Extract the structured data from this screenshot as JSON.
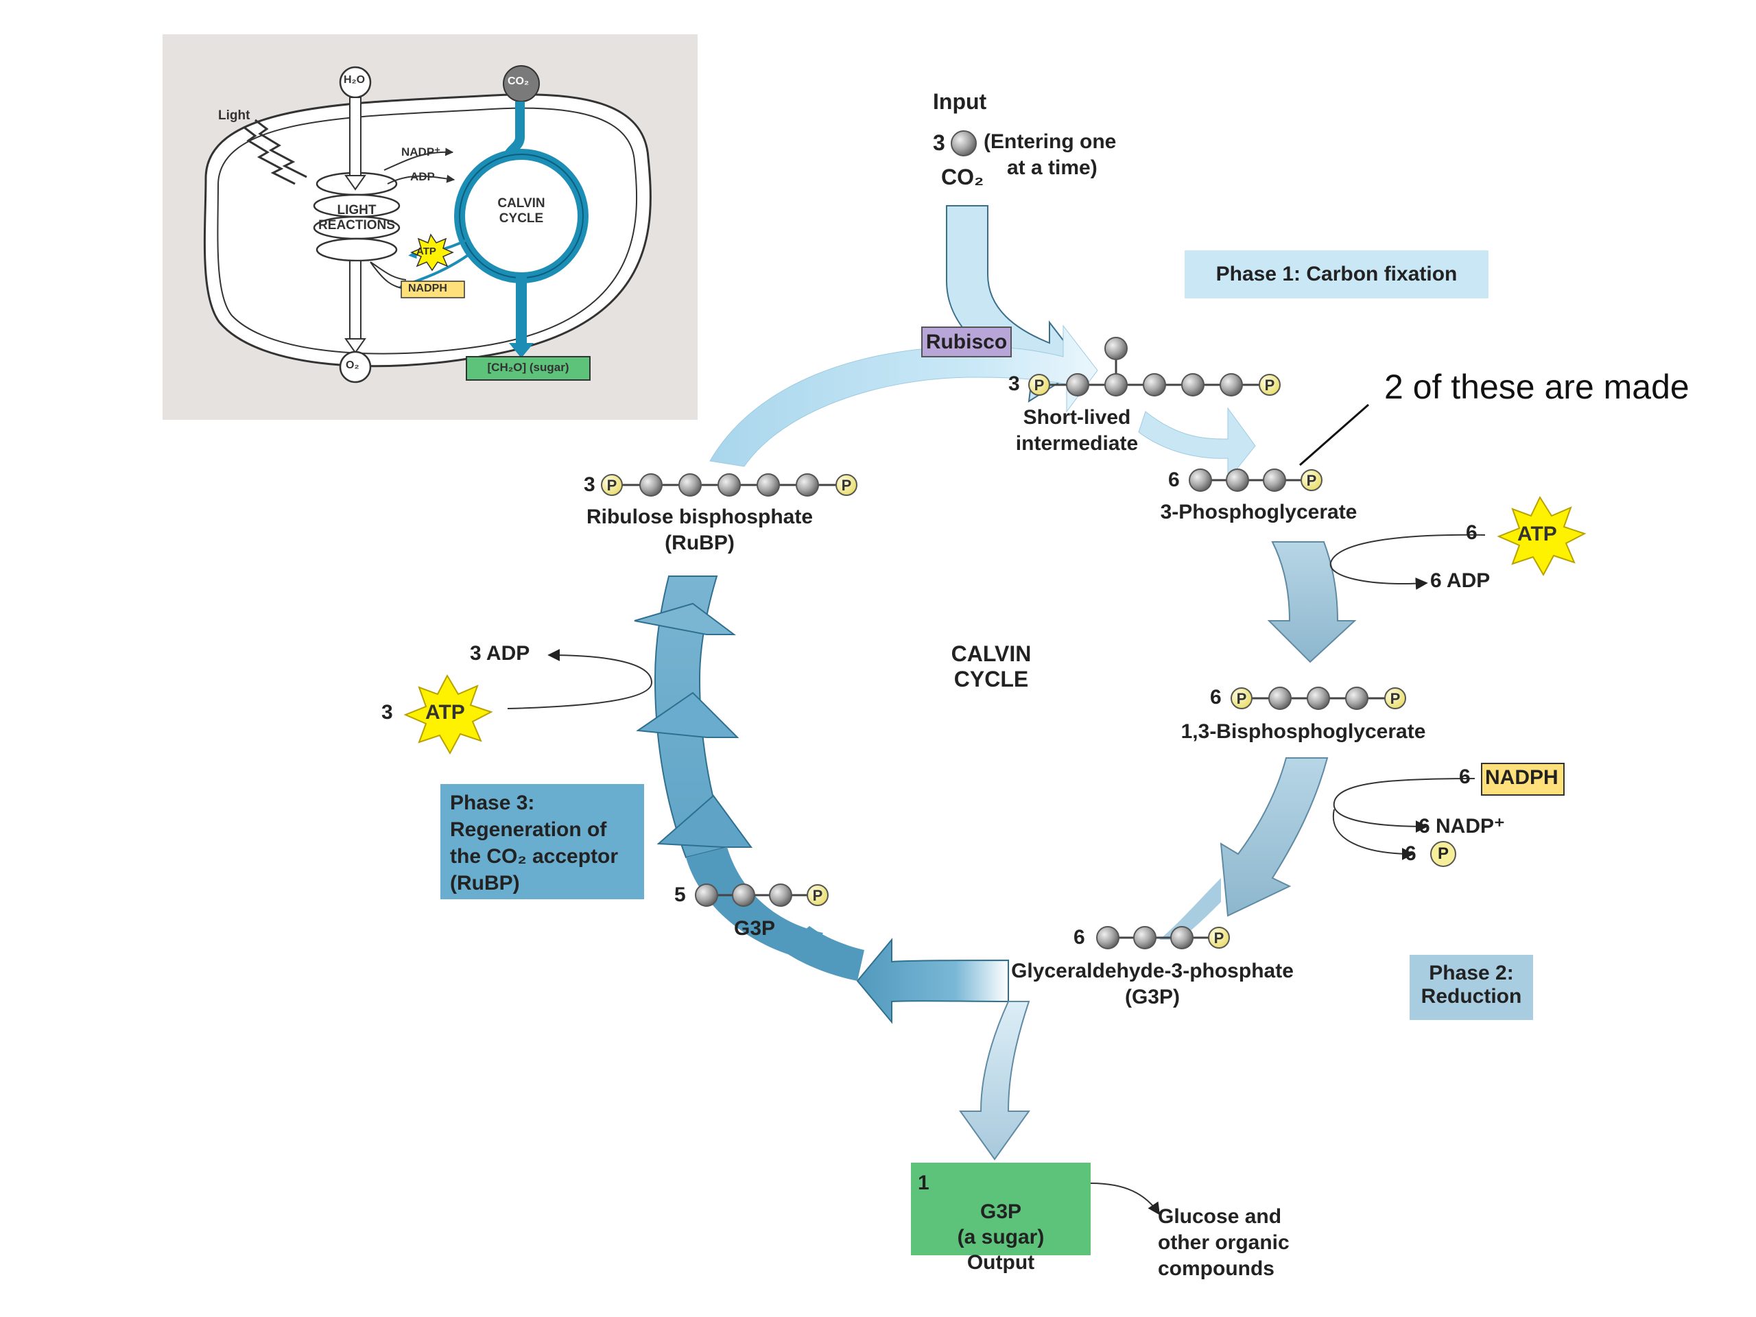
{
  "inset": {
    "light": "Light",
    "h2o": "H₂O",
    "co2": "CO₂",
    "o2": "O₂",
    "nadp": "NADP⁺",
    "adp": "ADP",
    "atp": "ATP",
    "nadph": "NADPH",
    "light_reactions_1": "LIGHT",
    "light_reactions_2": "REACTIONS",
    "calvin_1": "CALVIN",
    "calvin_2": "CYCLE",
    "sugar": "[CH₂O] (sugar)"
  },
  "input": {
    "title": "Input",
    "count": "3",
    "co2": "CO₂",
    "note_1": "(Entering one",
    "note_2": "at a time)"
  },
  "phase1": "Phase 1: Carbon fixation",
  "phase2_1": "Phase 2:",
  "phase2_2": "Reduction",
  "phase3": [
    "Phase 3:",
    "Regeneration of",
    "the CO₂ acceptor",
    "(RuBP)"
  ],
  "rubisco": "Rubisco",
  "annotation": "2 of these are made",
  "center_1": "CALVIN",
  "center_2": "CYCLE",
  "molecules": {
    "intermediate": {
      "count": "3",
      "label_1": "Short-lived",
      "label_2": "intermediate"
    },
    "pga": {
      "count": "6",
      "label": "3-Phosphoglycerate"
    },
    "bpg": {
      "count": "6",
      "label": "1,3-Bisphosphoglycerate"
    },
    "g3p6": {
      "count": "6",
      "label_1": "Glyceraldehyde-3-phosphate",
      "label_2": "(G3P)"
    },
    "g3p5": {
      "count": "5",
      "label": "G3P"
    },
    "rubp": {
      "count": "3",
      "label_1": "Ribulose bisphosphate",
      "label_2": "(RuBP)"
    },
    "output": {
      "count": "1",
      "label_1": "G3P",
      "label_2": "(a sugar)",
      "label_3": "Output"
    }
  },
  "energy": {
    "atp6_count": "6",
    "atp": "ATP",
    "adp6": "6 ADP",
    "nadph6_count": "6",
    "nadph": "NADPH",
    "nadp6": "6 NADP⁺",
    "pi6": "6",
    "atp3_count": "3",
    "adp3": "3 ADP"
  },
  "phosphate": "P",
  "glucose": [
    "Glucose and",
    "other organic",
    "compounds"
  ],
  "colors": {
    "arrow_light": "#c9e6f4",
    "arrow_mid": "#9fc3d8",
    "arrow_dark": "#5aa1c4",
    "phase_box_light": "#c9e7f5",
    "phase_box_dark": "#6aaecf",
    "phase2_box": "#a9cde0",
    "output_box": "#5dc27a",
    "rubisco_box": "#b9a6d8",
    "atp_star": "#fff200",
    "nadph_box": "#ffe07a",
    "phosphate": "#f6ee9a",
    "carbon": "#9a9a9a",
    "inset_bg": "#e6e2df",
    "inset_cycle": "#1c8db4"
  }
}
